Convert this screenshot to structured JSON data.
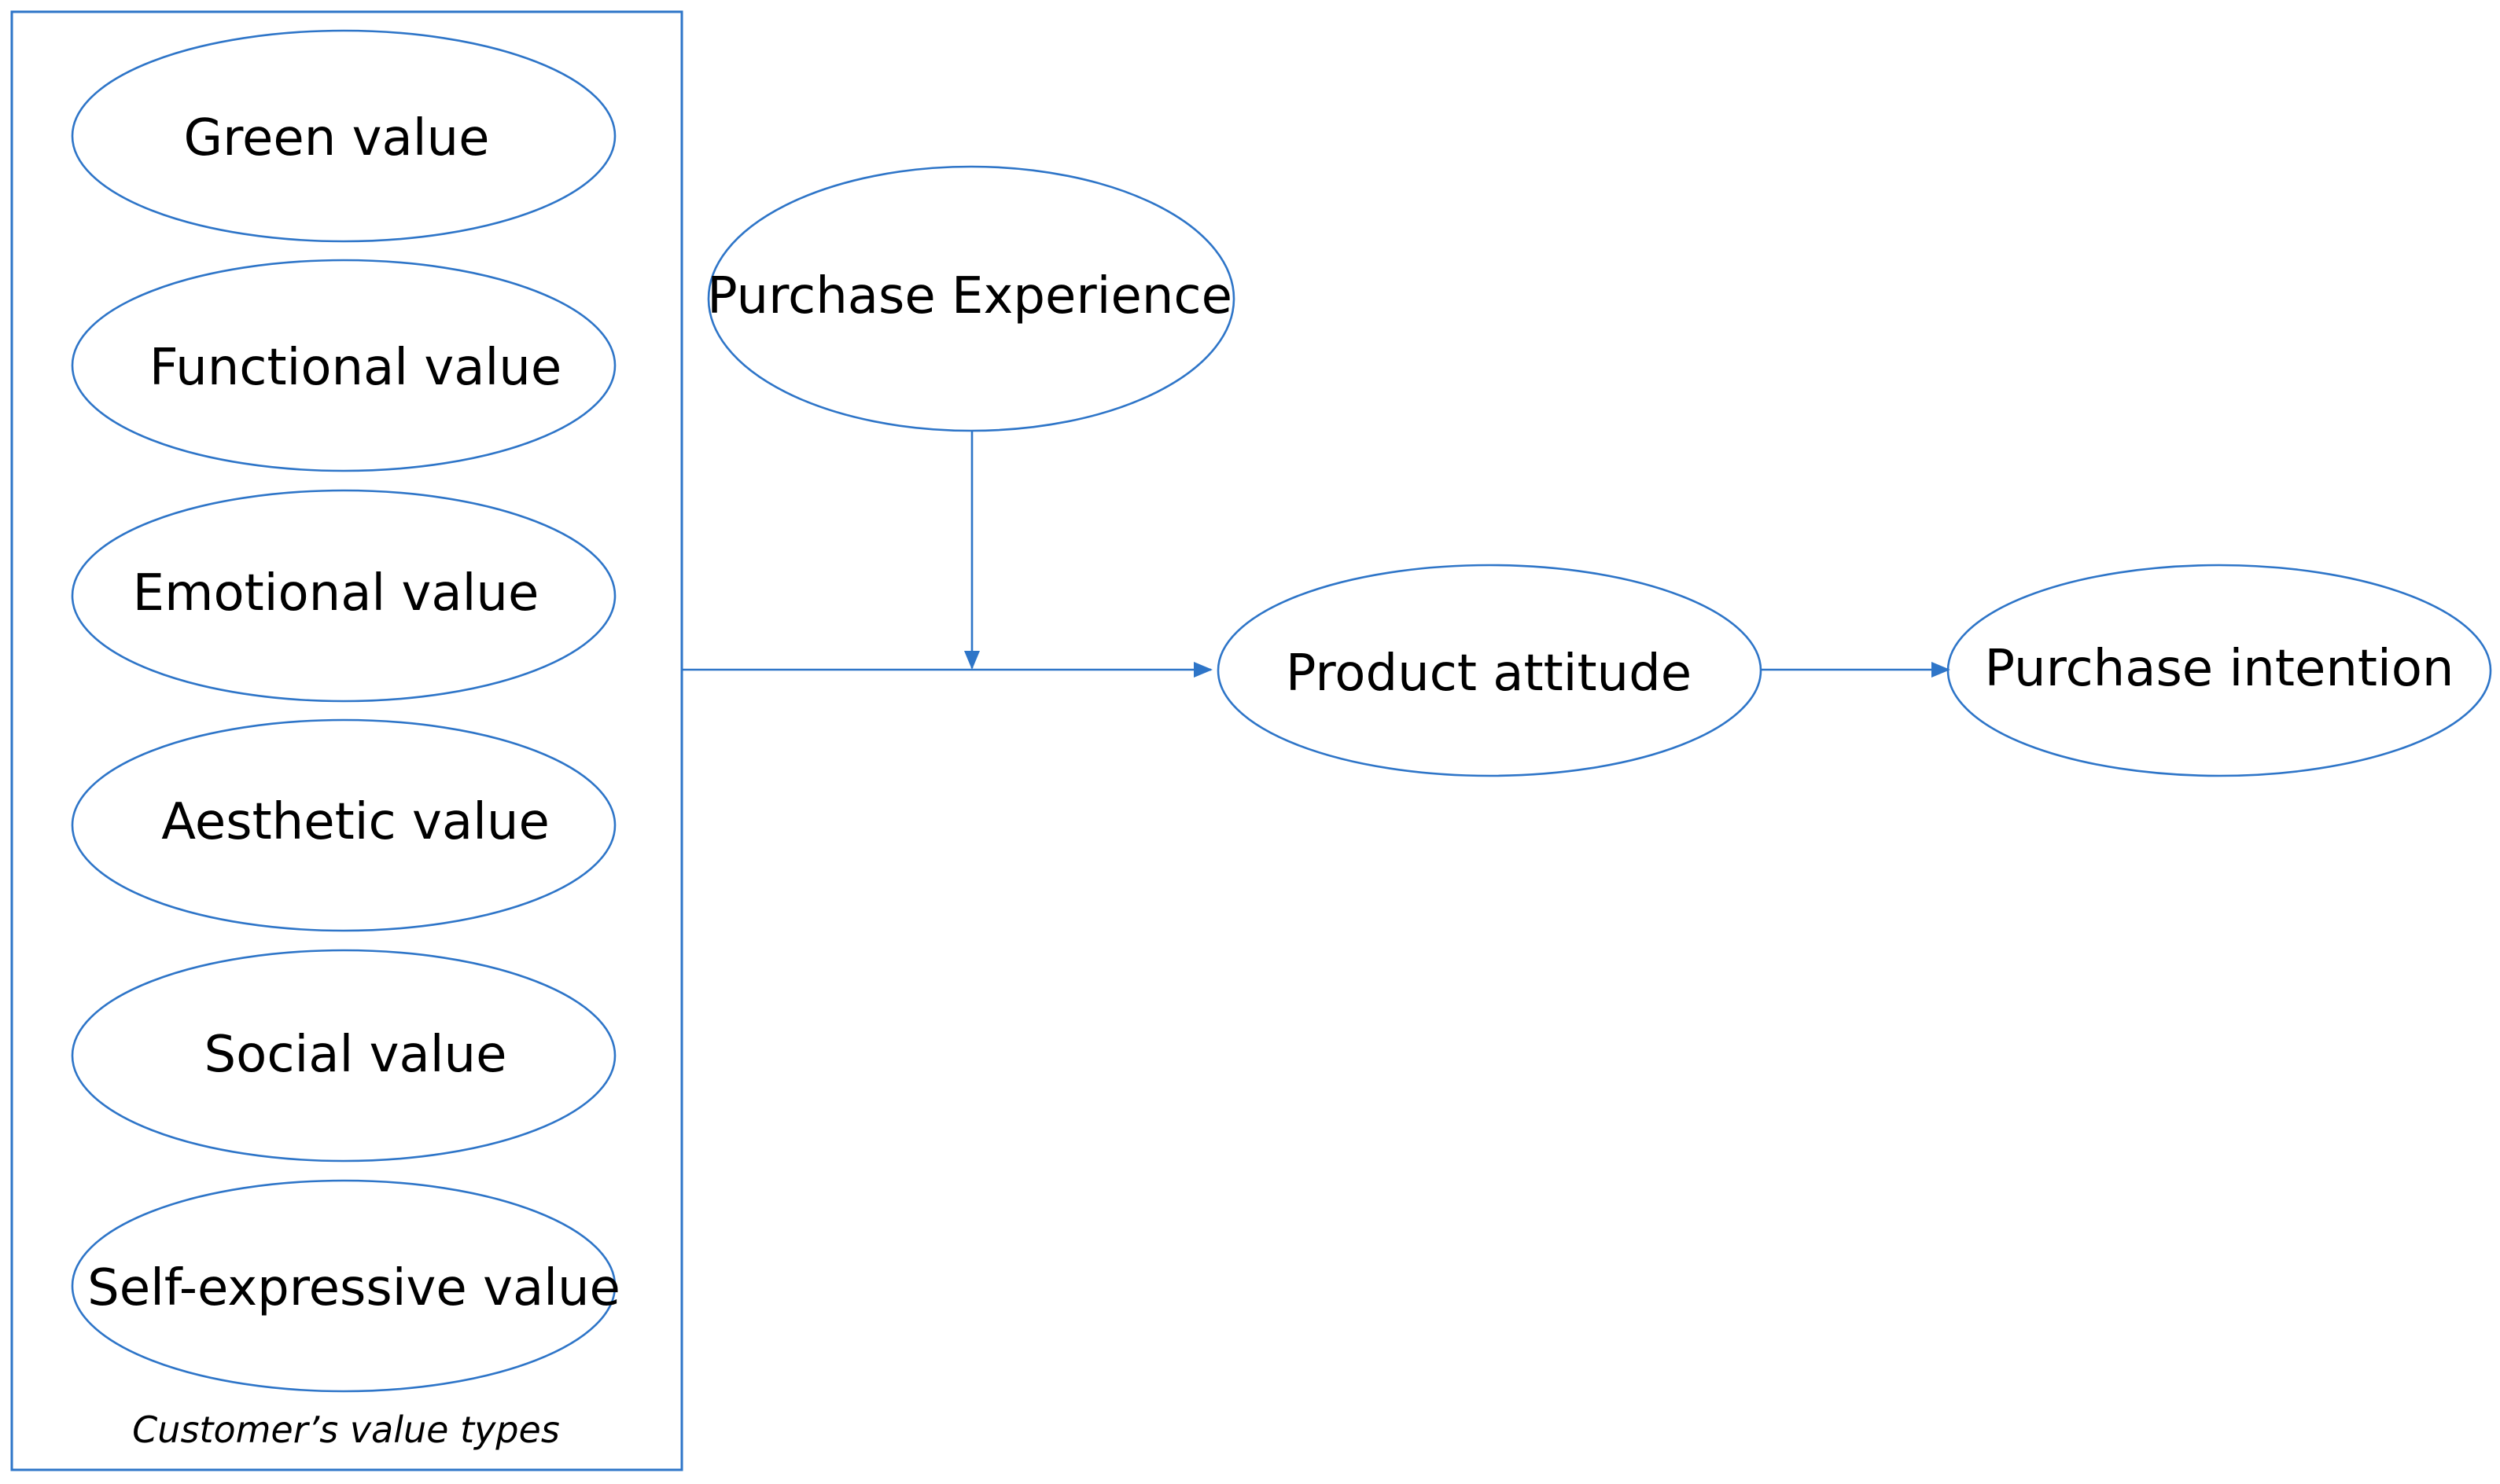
{
  "colors": {
    "stroke": "#2E75C8",
    "text": "#000000",
    "background": "#FFFFFF"
  },
  "value_group": {
    "caption": "Customer’s value types",
    "items": [
      "Green value",
      "Functional value",
      "Emotional value",
      "Aesthetic value",
      "Social value",
      "Self-expressive value"
    ]
  },
  "moderator": {
    "label": "Purchase Experience"
  },
  "mediator": {
    "label": "Product attitude"
  },
  "outcome": {
    "label": "Purchase intention"
  },
  "edges": [
    {
      "from": "value_group",
      "to": "mediator",
      "style": "arrow"
    },
    {
      "from": "moderator",
      "to": "value_group→mediator path",
      "style": "arrow"
    },
    {
      "from": "mediator",
      "to": "outcome",
      "style": "arrow"
    }
  ]
}
